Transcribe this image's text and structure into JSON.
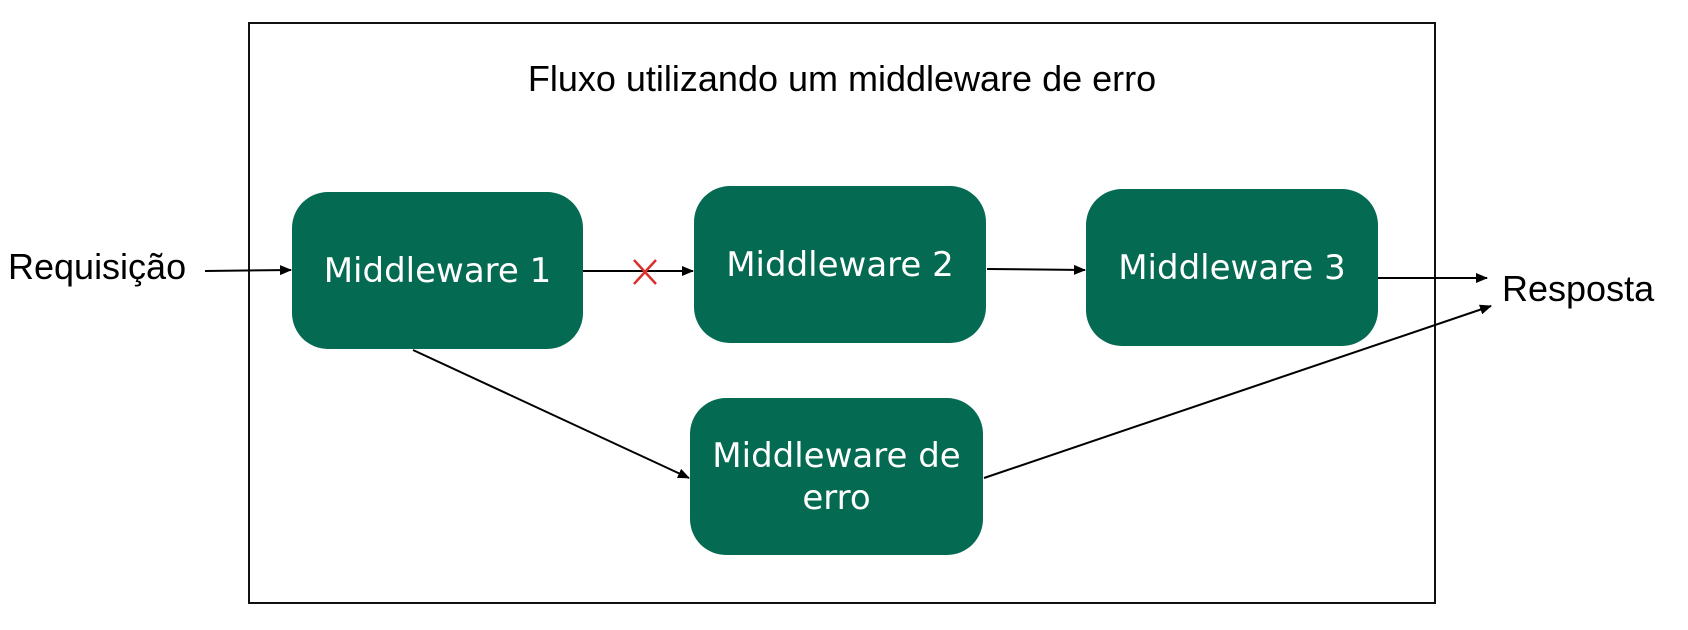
{
  "diagram": {
    "title": "Fluxo utilizando um middleware de erro",
    "input_label": "Requisição",
    "output_label": "Resposta",
    "node_color": "#046A52",
    "blocked_mark_color": "#D9302C",
    "nodes": [
      {
        "id": "m1",
        "label": "Middleware 1"
      },
      {
        "id": "m2",
        "label": "Middleware 2"
      },
      {
        "id": "m3",
        "label": "Middleware 3"
      },
      {
        "id": "err",
        "label": "Middleware de erro"
      }
    ],
    "edges": [
      {
        "from": "input",
        "to": "m1"
      },
      {
        "from": "m1",
        "to": "m2",
        "blocked": true
      },
      {
        "from": "m2",
        "to": "m3"
      },
      {
        "from": "m3",
        "to": "output"
      },
      {
        "from": "m1",
        "to": "err"
      },
      {
        "from": "err",
        "to": "output"
      }
    ]
  }
}
